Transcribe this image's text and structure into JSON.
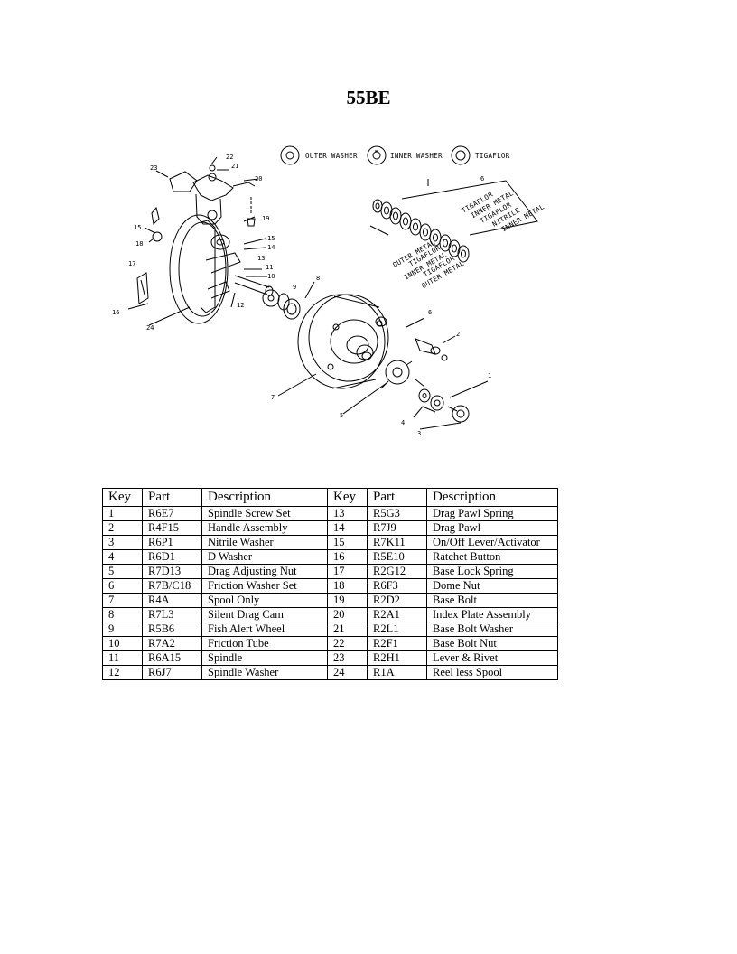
{
  "title": "55BE",
  "diagram": {
    "legend": {
      "outer_washer": "OUTER WASHER",
      "inner_washer": "INNER WASHER",
      "tigaflor": "TIGAFLOR"
    },
    "stack_labels_left": [
      "OUTER METAL",
      "TIGAFLOR",
      "INNER METAL",
      "TIGAFLOR",
      "OUTER METAL"
    ],
    "stack_labels_right": [
      "TIGAFLOR",
      "INNER METAL",
      "TIGAFLOR",
      "NITRILE",
      "INNER METAL"
    ],
    "keys": [
      "1",
      "2",
      "3",
      "4",
      "5",
      "6",
      "6",
      "7",
      "8",
      "9",
      "10",
      "11",
      "12",
      "13",
      "14",
      "15",
      "15",
      "16",
      "17",
      "18",
      "19",
      "20",
      "21",
      "22",
      "23",
      "24"
    ]
  },
  "table": {
    "headers": [
      "Key",
      "Part",
      "Description",
      "Key",
      "Part",
      "Description"
    ],
    "rows": [
      [
        "1",
        "R6E7",
        "Spindle Screw Set",
        "13",
        "R5G3",
        "Drag Pawl Spring"
      ],
      [
        "2",
        "R4F15",
        "Handle Assembly",
        "14",
        "R7J9",
        "Drag Pawl"
      ],
      [
        "3",
        "R6P1",
        "Nitrile Washer",
        "15",
        "R7K11",
        "On/Off Lever/Activator"
      ],
      [
        "4",
        "R6D1",
        "D Washer",
        "16",
        "R5E10",
        "Ratchet Button"
      ],
      [
        "5",
        "R7D13",
        "Drag Adjusting Nut",
        "17",
        "R2G12",
        "Base Lock Spring"
      ],
      [
        "6",
        "R7B/C18",
        "Friction Washer Set",
        "18",
        "R6F3",
        "Dome Nut"
      ],
      [
        "7",
        "R4A",
        "Spool Only",
        "19",
        "R2D2",
        "Base Bolt"
      ],
      [
        "8",
        "R7L3",
        "Silent Drag Cam",
        "20",
        "R2A1",
        "Index Plate Assembly"
      ],
      [
        "9",
        "R5B6",
        "Fish Alert Wheel",
        "21",
        "R2L1",
        "Base Bolt Washer"
      ],
      [
        "10",
        "R7A2",
        "Friction Tube",
        "22",
        "R2F1",
        "Base Bolt Nut"
      ],
      [
        "11",
        "R6A15",
        "Spindle",
        "23",
        "R2H1",
        "Lever & Rivet"
      ],
      [
        "12",
        "R6J7",
        "Spindle Washer",
        "24",
        "R1A",
        "Reel less Spool"
      ]
    ]
  }
}
